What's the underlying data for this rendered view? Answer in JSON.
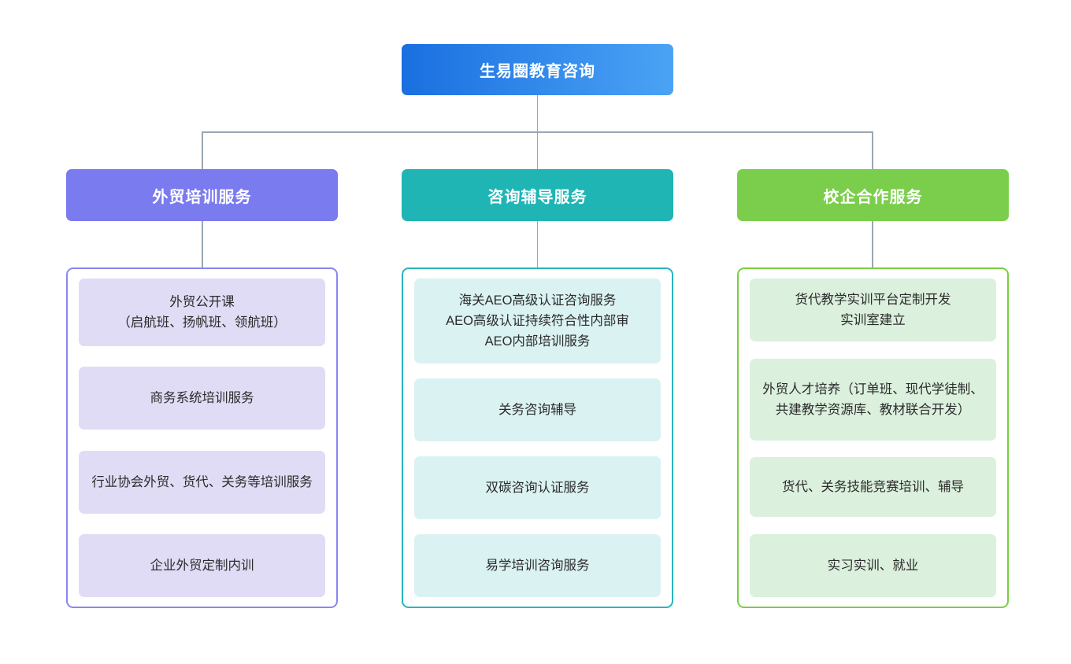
{
  "diagram": {
    "type": "organization-chart",
    "root": {
      "label": "生易圈教育咨询",
      "color": "#1a6fe0",
      "color_end": "#4ba3f5"
    },
    "columns": [
      {
        "header": "外贸培训服务",
        "header_color": "#7b7bf0",
        "border_color": "#8a86f0",
        "chip_color": "#e0dcf5",
        "items": [
          "外贸公开课\n（启航班、扬帆班、领航班）",
          "商务系统培训服务",
          "行业协会外贸、货代、关务等培训服务",
          "企业外贸定制内训"
        ]
      },
      {
        "header": "咨询辅导服务",
        "header_color": "#1fb5b5",
        "border_color": "#27b6bd",
        "chip_color": "#dbf2f2",
        "items": [
          "海关AEO高级认证咨询服务\nAEO高级认证持续符合性内部审\nAEO内部培训服务",
          "关务咨询辅导",
          "双碳咨询认证服务",
          "易学培训咨询服务"
        ]
      },
      {
        "header": "校企合作服务",
        "header_color": "#7bce4b",
        "border_color": "#79cf3f",
        "chip_color": "#dbf0dd",
        "items": [
          "货代教学实训平台定制开发\n实训室建立",
          "外贸人才培养（订单班、现代学徒制、共建教学资源库、教材联合开发）",
          "货代、关务技能竞赛培训、辅导",
          "实习实训、就业"
        ]
      }
    ],
    "connector_color": "#9aa6b2"
  }
}
